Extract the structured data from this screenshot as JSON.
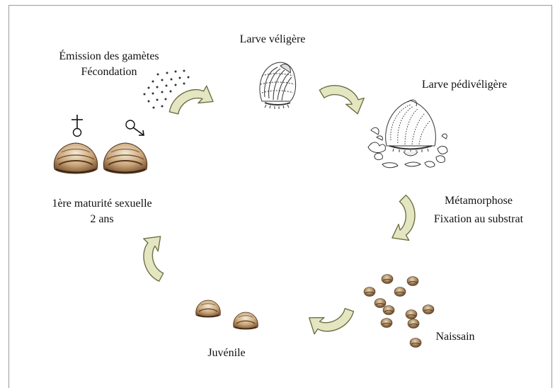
{
  "stages": {
    "gamete_emission": "Émission des gamètes",
    "fertilization": "Fécondation",
    "veliger_larva": "Larve véligère",
    "pediveliger_larva": "Larve pédivéligère",
    "metamorphosis": "Métamorphose",
    "settlement": "Fixation au substrat",
    "spat": "Naissain",
    "juvenile": "Juvénile",
    "maturity": "1ère maturité sexuelle",
    "maturity_age": "2 ans"
  },
  "symbols": {
    "female": "♀",
    "male": "♂"
  },
  "colors": {
    "arrow_fill": "#e4e6c2",
    "arrow_stroke": "#6d7044",
    "shell_dark": "#6e4a2a",
    "shell_light": "#efe2c8",
    "ink": "#111111"
  }
}
